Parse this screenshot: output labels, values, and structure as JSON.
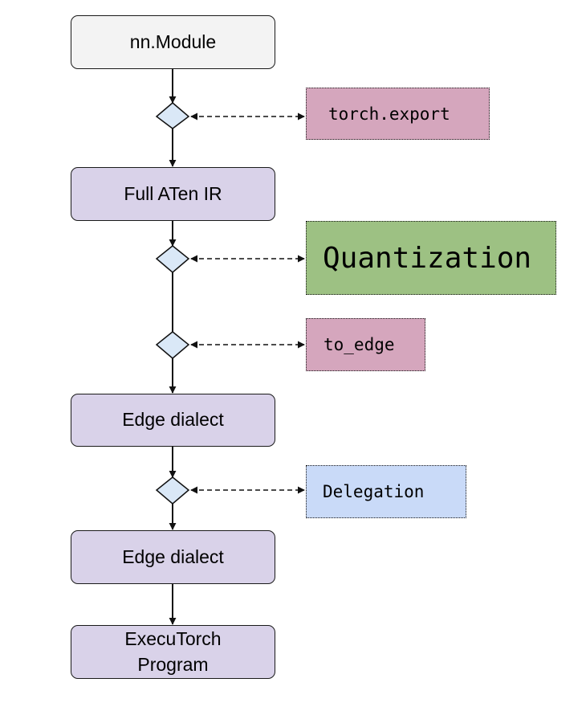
{
  "nodes": {
    "module": "nn.Module",
    "aten": "Full ATen IR",
    "edge_1": "Edge dialect",
    "edge_2": "Edge dialect",
    "program_line1": "ExecuTorch",
    "program_line2": "Program"
  },
  "side_steps": {
    "export": "torch.export",
    "quantization": "Quantization",
    "to_edge": "to_edge",
    "delegation": "Delegation"
  },
  "colors": {
    "start_fill": "#f3f3f3",
    "stage_fill": "#d9d2e9",
    "decision_fill": "#dae8f7",
    "export_fill": "#d5a6bd",
    "quantization_fill": "#9dc183",
    "to_edge_fill": "#d5a6bd",
    "delegation_fill": "#c9daf8"
  }
}
